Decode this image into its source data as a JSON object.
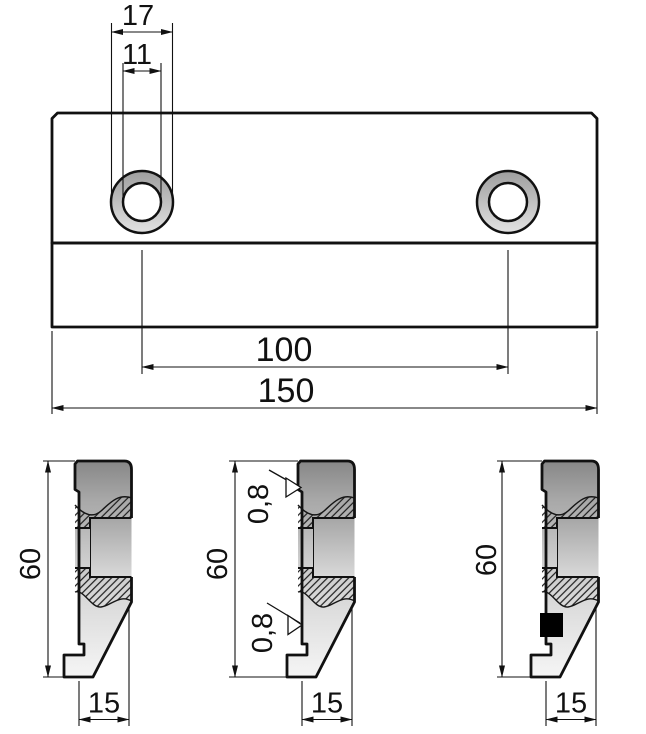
{
  "drawing": {
    "top_view": {
      "counterbore_diameter": "17",
      "hole_diameter": "11",
      "hole_spacing": "100",
      "overall_width": "150"
    },
    "section_view": {
      "height": "60",
      "foot_width": "15",
      "roughness": "0,8"
    },
    "colors": {
      "line": "#111111",
      "metal_dark": "#888888",
      "metal_light": "#f6f6f6",
      "insert_marker": "#000000"
    }
  }
}
